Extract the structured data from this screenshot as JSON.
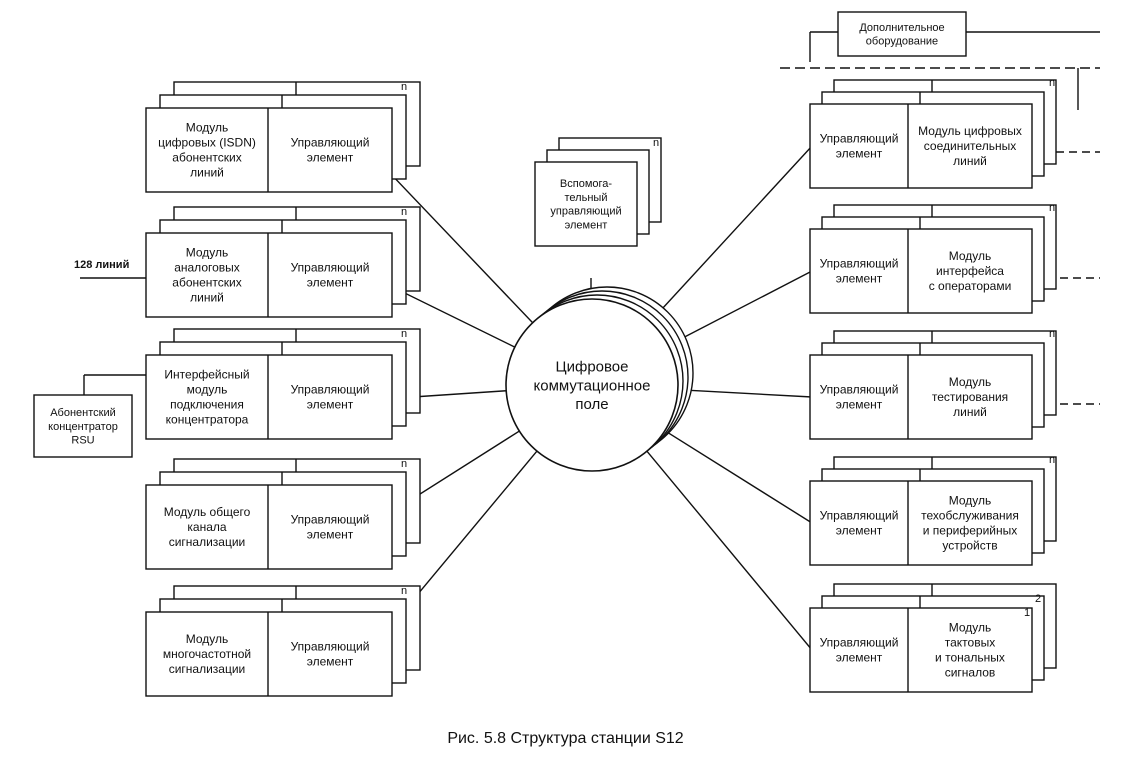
{
  "figure": {
    "caption": "Рис. 5.8   Структура станции S12",
    "center_label": [
      "Цифровое",
      "коммутационное",
      "поле"
    ],
    "stack_marks": {
      "n": "n",
      "one": "1",
      "two": "2"
    },
    "control_element": [
      "Управляющий",
      "элемент"
    ],
    "left_modules": [
      {
        "module": [
          "Модуль",
          "цифровых (ISDN)",
          "абонентских",
          "линий"
        ]
      },
      {
        "module": [
          "Модуль",
          "аналоговых",
          "абонентских",
          "линий"
        ],
        "ext_label": "128 линий"
      },
      {
        "module": [
          "Интерфейсный",
          "модуль",
          "подключения",
          "концентратора"
        ],
        "ext_box": [
          "Абонентский",
          "концентратор",
          "RSU"
        ]
      },
      {
        "module": [
          "Модуль общего",
          "канала",
          "сигнализации"
        ]
      },
      {
        "module": [
          "Модуль",
          "многочастотной",
          "сигнализации"
        ]
      }
    ],
    "right_modules": [
      {
        "module": [
          "Модуль цифровых",
          "соединительных",
          "линий"
        ]
      },
      {
        "module": [
          "Модуль",
          "интерфейса",
          "с операторами"
        ]
      },
      {
        "module": [
          "Модуль",
          "тестирования",
          "линий"
        ]
      },
      {
        "module": [
          "Модуль",
          "техобслуживания",
          "и периферийных",
          "устройств"
        ]
      },
      {
        "module": [
          "Модуль",
          "тактовых",
          "и тональных",
          "сигналов"
        ]
      }
    ],
    "aux_element": [
      "Вспомога-",
      "тельный",
      "управляющий",
      "элемент"
    ],
    "extra_equipment": [
      "Дополнительное",
      "оборудование"
    ]
  }
}
